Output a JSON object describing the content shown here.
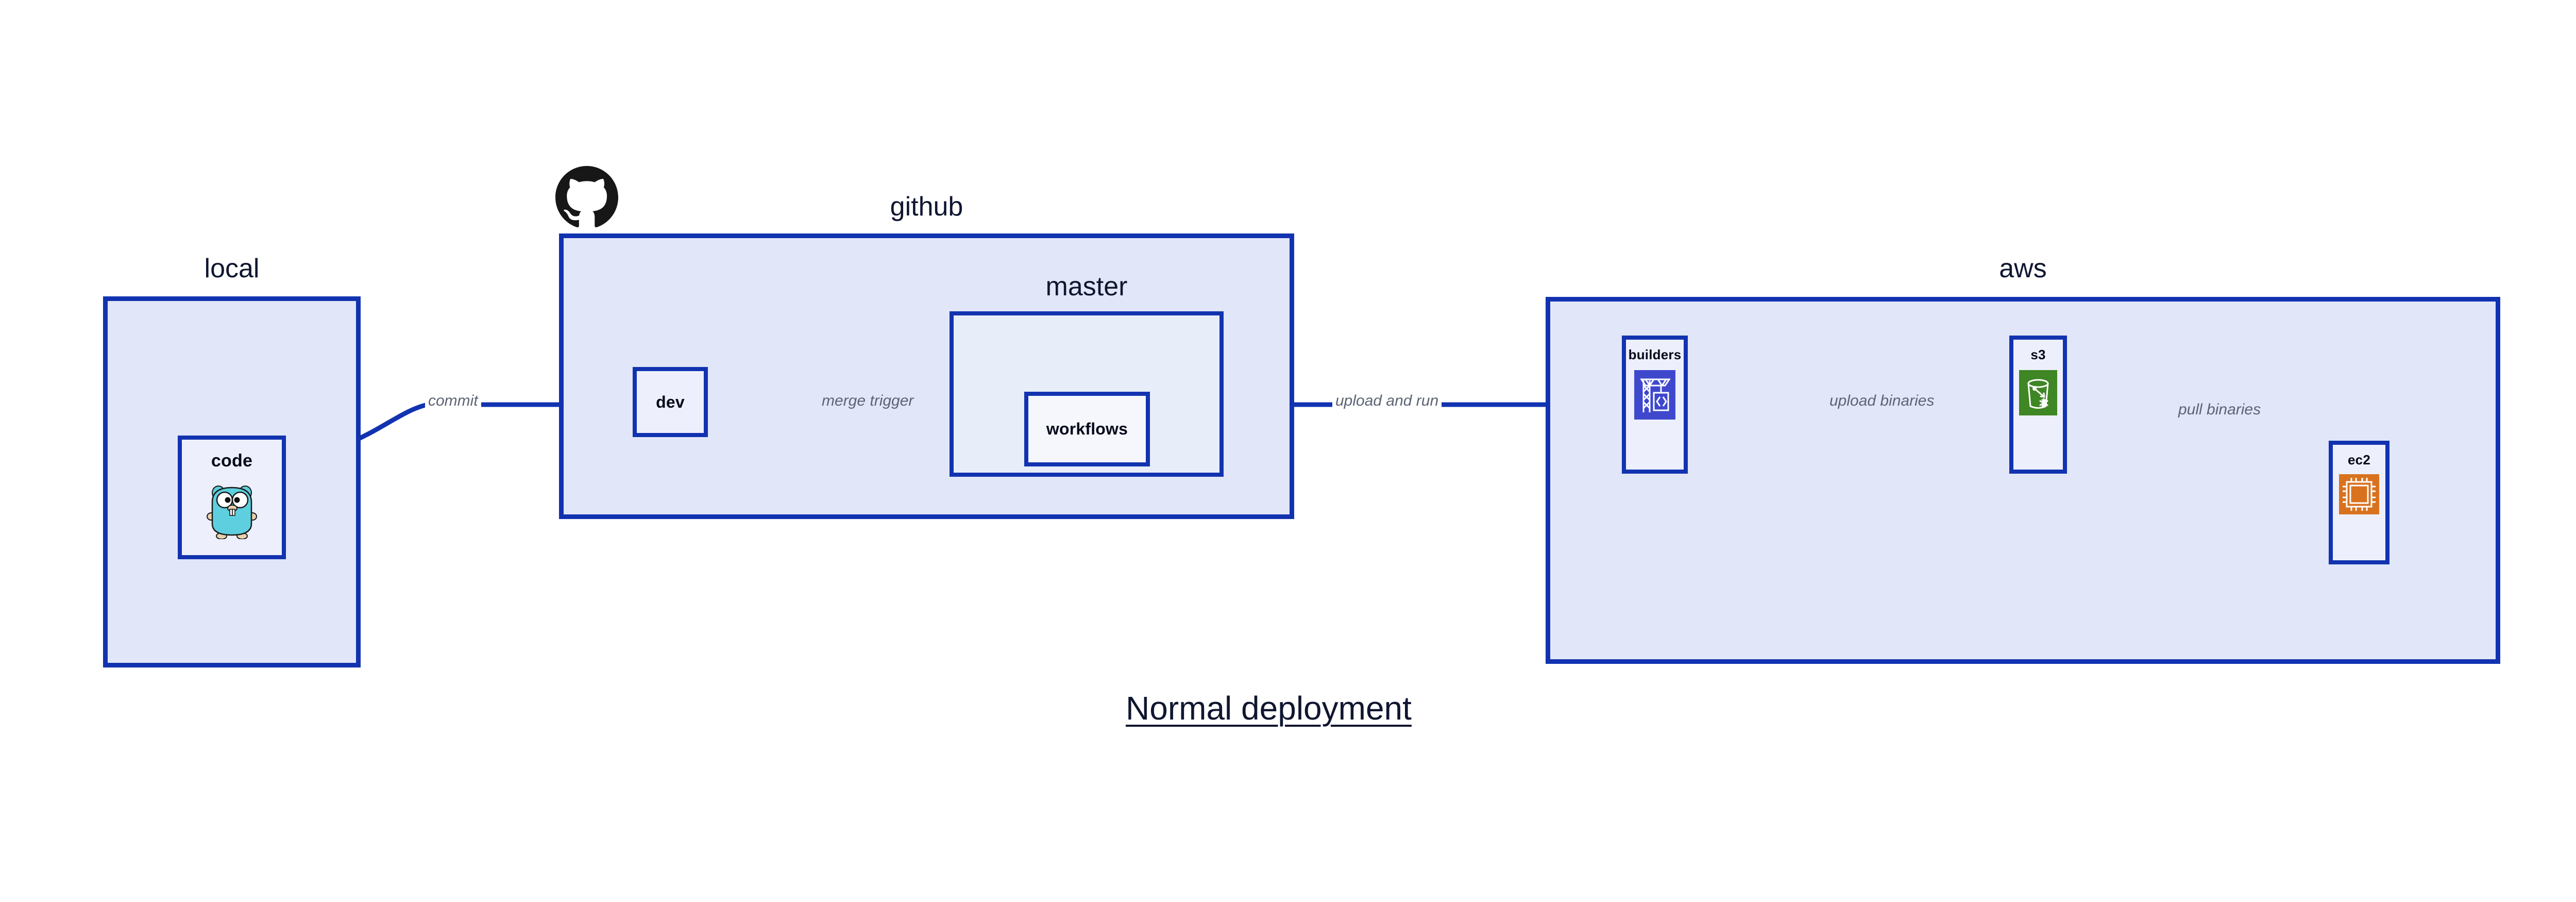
{
  "diagram": {
    "title": "Normal deployment",
    "background": "#ffffff",
    "colors": {
      "border": "#1233B0",
      "group_fill": "#E1E6F8",
      "subgroup_fill": "#E8EDFA",
      "node_fill": "#EDF0FC",
      "leaf_fill": "#F5F7FD",
      "label_text": "#0F1630",
      "edge_label_text": "#5C6473",
      "wire": "#1233B0",
      "aws_codebuild": "#3F48CC",
      "aws_s3": "#3F8624",
      "aws_ec2": "#D9721E",
      "github_logo": "#181717",
      "gopher_body": "#5ECFDE"
    }
  },
  "groups": [
    {
      "id": "local",
      "label": "local",
      "icon": null
    },
    {
      "id": "github",
      "label": "github",
      "icon": "github-octocat-icon"
    },
    {
      "id": "aws",
      "label": "aws",
      "icon": null
    }
  ],
  "subgroups": [
    {
      "id": "master",
      "label": "master",
      "parent": "github"
    }
  ],
  "nodes": [
    {
      "id": "code",
      "label": "code",
      "parent": "local",
      "icon": "go-gopher-icon"
    },
    {
      "id": "dev",
      "label": "dev",
      "parent": "github",
      "icon": null
    },
    {
      "id": "workflows",
      "label": "workflows",
      "parent": "master",
      "icon": null
    },
    {
      "id": "builders",
      "label": "builders",
      "parent": "aws",
      "icon": "aws-codebuild-icon"
    },
    {
      "id": "s3",
      "label": "s3",
      "parent": "aws",
      "icon": "aws-s3-glacier-icon"
    },
    {
      "id": "ec2",
      "label": "ec2",
      "parent": "aws",
      "icon": "aws-ec2-icon"
    }
  ],
  "edges": [
    {
      "id": "e1",
      "from": "code",
      "to": "dev",
      "label": "commit"
    },
    {
      "id": "e2",
      "from": "dev",
      "to": "workflows",
      "label": "merge trigger"
    },
    {
      "id": "e3",
      "from": "workflows",
      "to": "builders",
      "label": "upload and run"
    },
    {
      "id": "e4",
      "from": "builders",
      "to": "s3",
      "label": "upload binaries"
    },
    {
      "id": "e5",
      "from": "s3",
      "to": "ec2",
      "label": "pull binaries"
    }
  ]
}
